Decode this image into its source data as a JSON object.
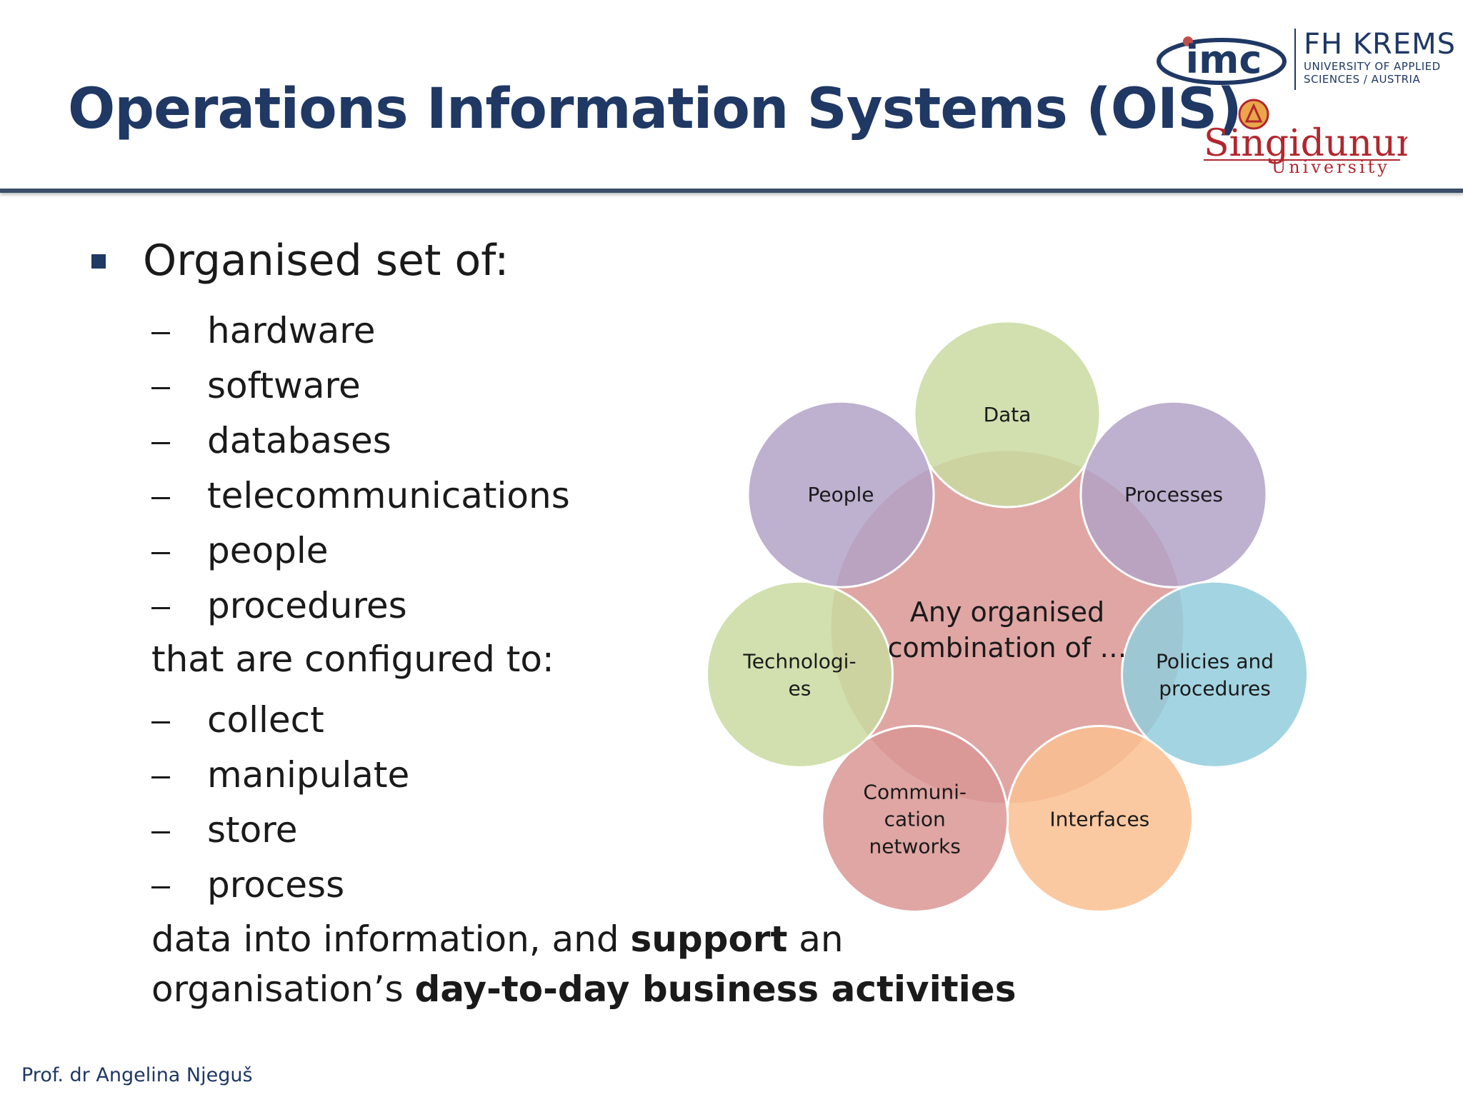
{
  "slide": {
    "title": "Operations Information Systems (OIS)",
    "bullet_heading": "Organised set of:",
    "components": [
      "hardware",
      "software",
      "databases",
      "telecommunications",
      "people",
      "procedures"
    ],
    "configured_to": "that are configured to:",
    "actions": [
      "collect",
      "manipulate",
      "store",
      "process"
    ],
    "final_line1_a": "data into information, and ",
    "final_line1_b": "support",
    "final_line1_c": "  an",
    "final_line2_a": "organisation’s ",
    "final_line2_b": "day-to-day business activities",
    "footer": "Prof. dr Angelina Njeguš"
  },
  "logos": {
    "imc": "imc",
    "fh_krems": "FH KREMS",
    "fh_line1": "UNIVERSITY OF APPLIED",
    "fh_line2": "SCIENCES / AUSTRIA",
    "singidunum": "Singidunum",
    "university": "University"
  },
  "diagram": {
    "center_line1": "Any organised",
    "center_line2": "combination of …",
    "nodes": [
      {
        "id": "data",
        "lines": [
          "Data"
        ],
        "color": "#c9dba0"
      },
      {
        "id": "processes",
        "lines": [
          "Processes"
        ],
        "color": "#b3a2c7"
      },
      {
        "id": "policies",
        "lines": [
          "Policies and",
          "procedures"
        ],
        "color": "#93cddd"
      },
      {
        "id": "interfaces",
        "lines": [
          "Interfaces"
        ],
        "color": "#fac090"
      },
      {
        "id": "communication",
        "lines": [
          "Communi-",
          "cation",
          "networks"
        ],
        "color": "#d99694"
      },
      {
        "id": "technologies",
        "lines": [
          "Technologi-",
          "es"
        ],
        "color": "#c9dba0"
      },
      {
        "id": "people",
        "lines": [
          "People"
        ],
        "color": "#b3a2c7"
      }
    ],
    "center_color": "#d99694"
  }
}
